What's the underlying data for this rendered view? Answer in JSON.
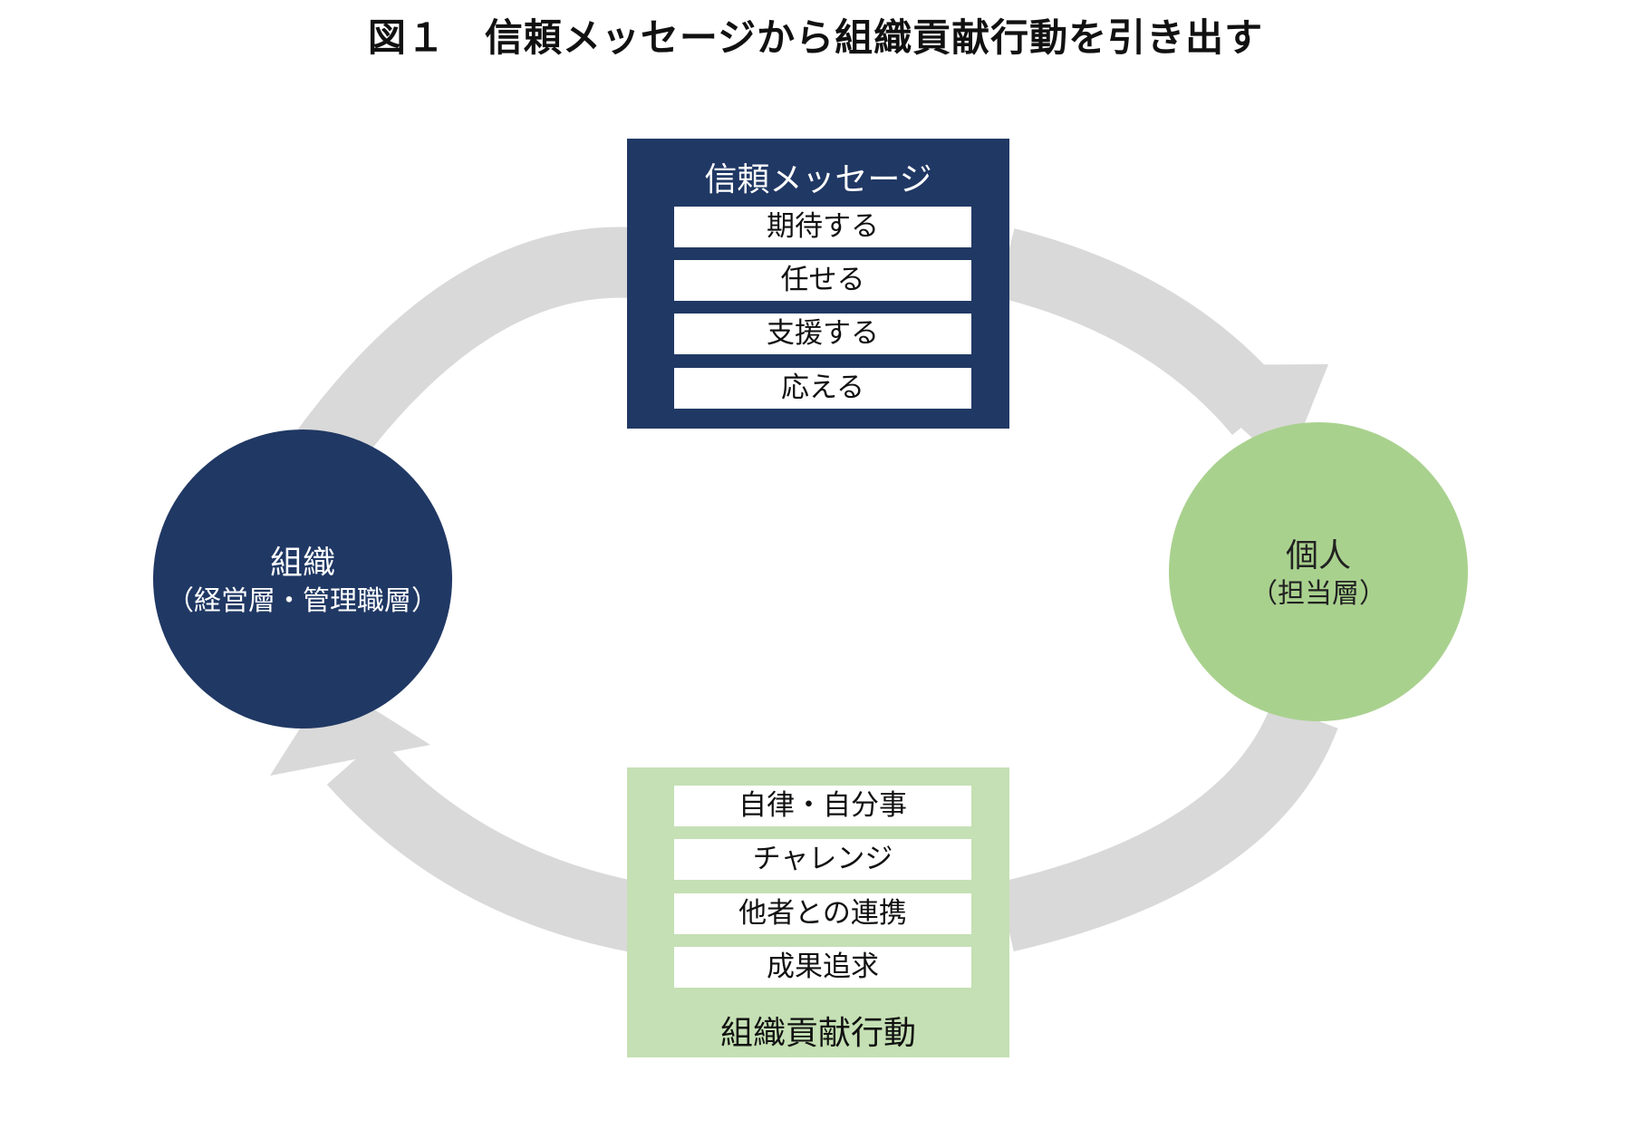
{
  "title": "図１　信頼メッセージから組織貢献行動を引き出す",
  "trust_message": {
    "heading": "信頼メッセージ",
    "items": [
      "期待する",
      "任せる",
      "支援する",
      "応える"
    ]
  },
  "contribution": {
    "heading": "組織貢献行動",
    "items": [
      "自律・自分事",
      "チャレンジ",
      "他者との連携",
      "成果追求"
    ]
  },
  "organization": {
    "label": "組織",
    "sublabel": "（経営層・管理職層）"
  },
  "individual": {
    "label": "個人",
    "sublabel": "（担当層）"
  },
  "colors": {
    "navy": "#203864",
    "light_green": "#c5e0b4",
    "green": "#a9d18e",
    "arrow_gray": "#d9d9d9"
  }
}
